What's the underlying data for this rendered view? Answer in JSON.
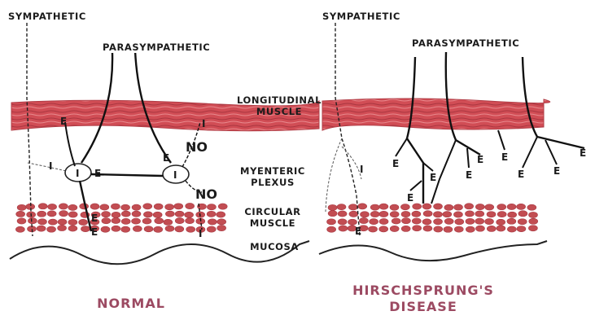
{
  "labels": {
    "sympathetic_left": "SYMPATHETIC",
    "parasympathetic_left": "PARASYMPATHETIC",
    "sympathetic_right": "SYMPATHETIC",
    "parasympathetic_right": "PARASYMPATHETIC",
    "longitudinal_muscle": [
      "LONGITUDINAL",
      "MUSCLE"
    ],
    "myenteric_plexus": [
      "MYENTERIC",
      "PLEXUS"
    ],
    "circular_muscle": [
      "CIRCULAR",
      "MUSCLE"
    ],
    "mucosa": "MUCOSA"
  },
  "captions": {
    "normal": "NORMAL",
    "hirschsprung": [
      "HIRSCHSPRUNG'S",
      "DISEASE"
    ]
  },
  "markers": {
    "excitatory": "E",
    "inhibitory": "I",
    "nitric_oxide": "NO"
  },
  "colors": {
    "muscle": "#c9474f",
    "muscle_dark": "#a83a44",
    "circular_cells": "#c24d52",
    "caption": "#9c4a62",
    "nerve": "#1b1b1b"
  }
}
